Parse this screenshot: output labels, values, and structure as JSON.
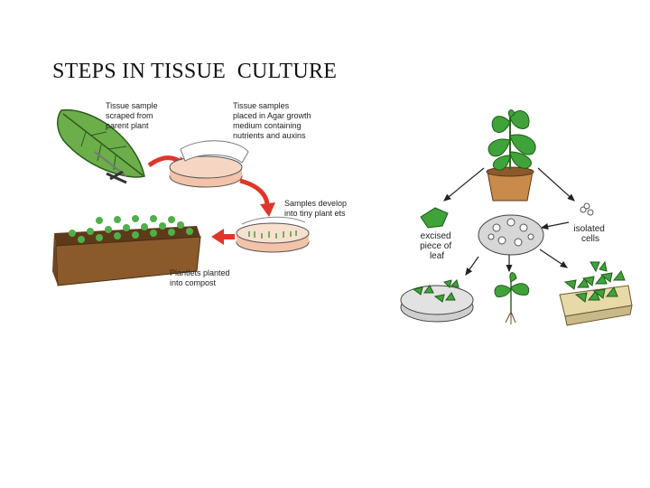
{
  "slide": {
    "title": "STEPS IN TISSUE  CULTURE"
  },
  "left_diagram": {
    "labels": {
      "tissue_sample": [
        "Tissue sample",
        "scraped from",
        "parent plant"
      ],
      "agar": [
        "Tissue samples",
        "placed in Agar growth",
        "medium containing",
        "nutrients and auxins"
      ],
      "develop": [
        "Samples develop",
        "into tiny plant ets"
      ],
      "planted": [
        "Plantlets planted",
        "into compost"
      ]
    },
    "colors": {
      "leaf": "#6cae4a",
      "arrow": "#e0362a",
      "agar": "#f2c3a8",
      "soil": "#8b5a2b"
    }
  },
  "right_diagram": {
    "labels": {
      "excised": [
        "excised",
        "piece of",
        "leaf"
      ],
      "isolated": [
        "isolated",
        "cells"
      ]
    },
    "colors": {
      "plant": "#3fa33a",
      "pot": "#c98a4b",
      "dish": "#d7d7d7"
    }
  }
}
